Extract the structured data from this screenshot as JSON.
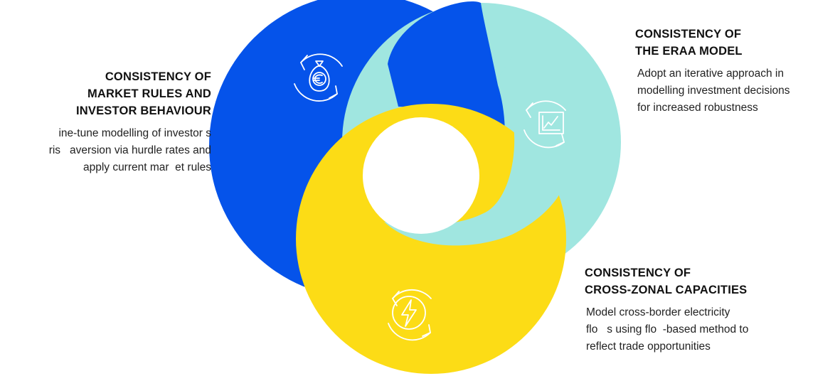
{
  "colors": {
    "market": "#0553ea",
    "eraa": "#a0e6e0",
    "crosszonal": "#fcdc16",
    "background": "#ffffff"
  },
  "sections": {
    "market": {
      "icon": "money-bag-euro-cycle-icon",
      "title": [
        "CONSISTENCY OF",
        "MARKET RULES AND",
        "INVESTOR BEHAVIOUR"
      ],
      "text": [
        "ine-tune modelling of investor s",
        "ris   aversion via hurdle rates and",
        "apply current mar  et rules"
      ]
    },
    "eraa": {
      "icon": "chart-cycle-icon",
      "title": [
        "CONSISTENCY OF",
        "THE ERAA MODEL"
      ],
      "text": [
        "Adopt an iterative approach in",
        "modelling investment decisions",
        "for increased robustness"
      ]
    },
    "crosszonal": {
      "icon": "lightning-cycle-icon",
      "title": [
        "CONSISTENCY OF",
        "CROSS-ZONAL CAPACITIES"
      ],
      "text": [
        "Model cross-border electricity",
        "flo   s using flo  -based method to",
        "reflect trade opportunities"
      ]
    }
  }
}
